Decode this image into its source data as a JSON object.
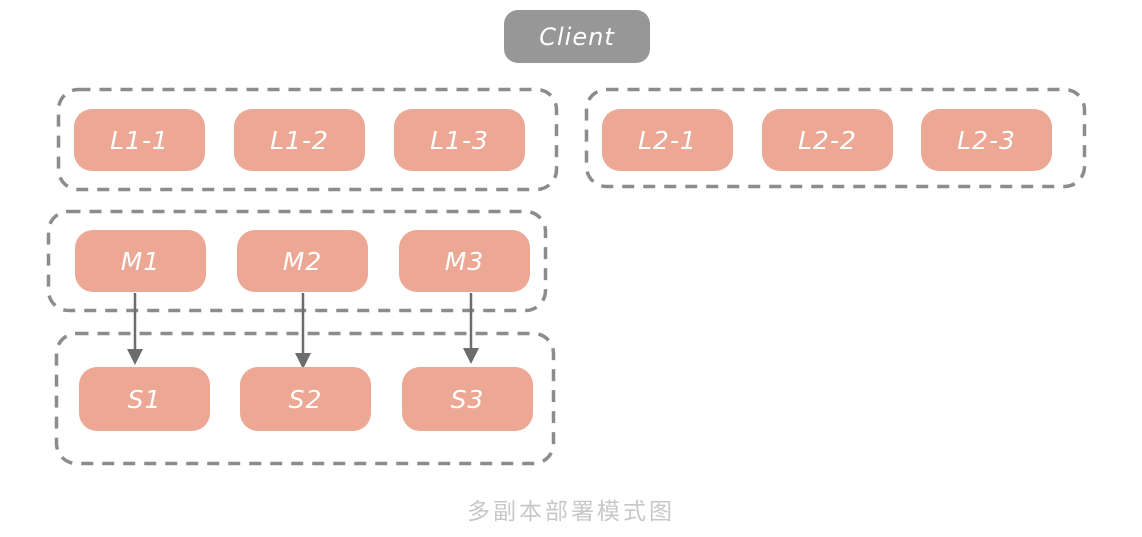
{
  "client": {
    "label": "Client"
  },
  "caption": "多副本部署模式图",
  "groups": [
    {
      "nodes": [
        "L1-1",
        "L1-2",
        "L1-3"
      ]
    },
    {
      "nodes": [
        "L2-1",
        "L2-2",
        "L2-3"
      ]
    },
    {
      "nodes": [
        "M1",
        "M2",
        "M3"
      ]
    },
    {
      "nodes": [
        "S1",
        "S2",
        "S3"
      ]
    }
  ],
  "arrows": [
    {
      "from": "M1",
      "to": "S1"
    },
    {
      "from": "M2",
      "to": "S2"
    },
    {
      "from": "M3",
      "to": "S3"
    }
  ],
  "colors": {
    "node_fill": "#eca795",
    "node_text": "#ffffff",
    "client_fill": "#979797",
    "dash_border": "#8c8c8c",
    "arrow": "#6c6c6c",
    "caption_text": "#c8c8c8"
  }
}
